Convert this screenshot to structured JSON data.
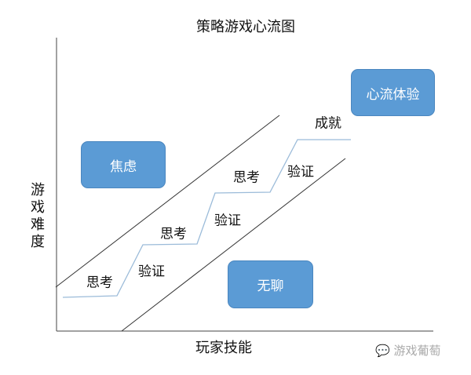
{
  "title": "策略游戏心流图",
  "y_axis_label": "游戏难度",
  "x_axis_label": "玩家技能",
  "regions": {
    "anxiety": "焦虑",
    "boredom": "无聊",
    "flow": "心流体验"
  },
  "steps": [
    "思考",
    "验证",
    "思考",
    "验证",
    "思考",
    "验证",
    "成就"
  ],
  "watermark": {
    "icon": "wechat-icon",
    "text": "游戏葡萄"
  },
  "colors": {
    "box": "#5b9bd5",
    "step_line": "#9bbbd9"
  }
}
